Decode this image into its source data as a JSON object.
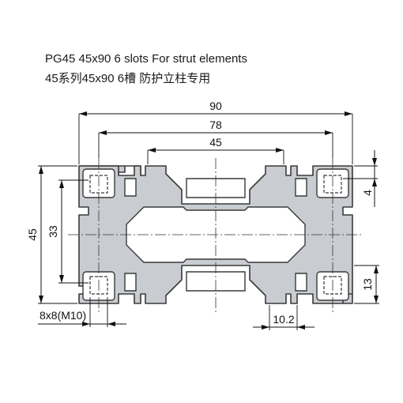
{
  "title": {
    "line1": "PG45 45x90 6 slots For strut elements",
    "line2": "45系列45x90 6槽  防护立柱专用"
  },
  "dimensions": {
    "width_total": "90",
    "width_inner": "78",
    "slot_spacing": "45",
    "height_total": "45",
    "height_inner": "33",
    "slot_depth": "4",
    "slot_side": "13",
    "slot_width": "10.2",
    "hole": "8x8(M10)"
  }
}
